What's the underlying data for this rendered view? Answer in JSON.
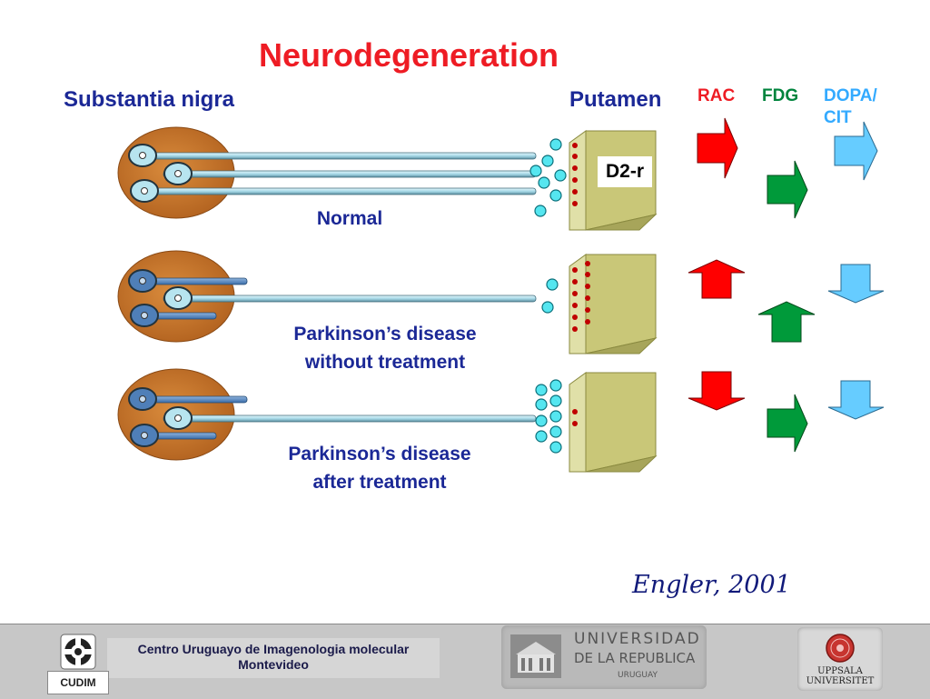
{
  "slide": {
    "title": "Neurodegeneration",
    "left_header": "Substantia nigra",
    "right_header": "Putamen",
    "receptor_label": "D2-r",
    "citation": "Engler, 2001"
  },
  "columns": [
    {
      "label": "RAC",
      "color": "#ee1c24"
    },
    {
      "label": "FDG",
      "color": "#00843d"
    },
    {
      "label": "DOPA/\nCIT",
      "color": "#33aaff"
    }
  ],
  "conditions": [
    {
      "label": "Normal",
      "arrows": [
        "right",
        "right",
        "right"
      ]
    },
    {
      "label": "Parkinson’s disease\nwithout treatment",
      "arrows": [
        "up",
        "up",
        "down"
      ]
    },
    {
      "label": "Parkinson’s disease\nafter treatment",
      "arrows": [
        "down",
        "right",
        "down"
      ]
    }
  ],
  "colors": {
    "title": "#ee1c24",
    "header_text": "#1b2896",
    "neuron_body": "#c8752a",
    "axon": "#aee0f0",
    "degenerated_neuron": "#4f7fb8",
    "dopamine": "#55e6f0",
    "receptor_dot": "#c00000",
    "putamen_block": "#d4d48c",
    "arrow_red": "#ff0000",
    "arrow_green": "#009a3a",
    "arrow_blue": "#66ccff"
  },
  "footer": {
    "cudim_name": "Centro Uruguayo de Imagenologia molecular\nMontevideo",
    "cudim_tag": "CUDIM",
    "udelar_line1": "UNIVERSIDAD",
    "udelar_line2": "DE LA REPUBLICA",
    "udelar_line3": "URUGUAY",
    "uppsala": "UPPSALA\nUNIVERSITET"
  }
}
